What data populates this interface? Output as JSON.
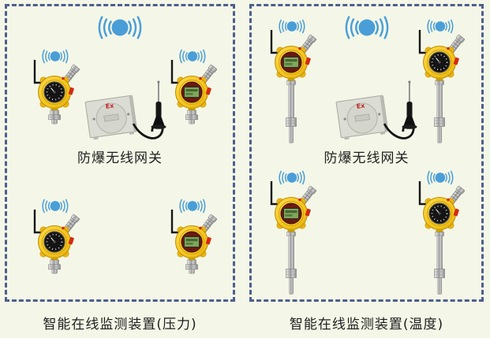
{
  "colors": {
    "background": "#f4f7e7",
    "panel_border": "#4e5e8e",
    "wifi_blue": "#4a9ed8",
    "device_yellow": "#f2c21a",
    "lcd_green": "#7ea75a",
    "marking_red": "#c62222",
    "text": "#1e1e1e"
  },
  "panels": [
    {
      "name": "pressure",
      "caption": "智能在线监测装置(压力)",
      "gateway": {
        "label": "防爆无线网关",
        "marking": "Ex"
      },
      "devices": [
        {
          "type": "pressure-transmitter",
          "display": "dial",
          "position": "top-left"
        },
        {
          "type": "pressure-transmitter",
          "display": "lcd",
          "position": "top-right"
        },
        {
          "type": "pressure-transmitter",
          "display": "dial",
          "position": "bottom-left"
        },
        {
          "type": "pressure-transmitter",
          "display": "lcd",
          "position": "bottom-right"
        }
      ]
    },
    {
      "name": "temperature",
      "caption": "智能在线监测装置(温度)",
      "gateway": {
        "label": "防爆无线网关",
        "marking": "Ex"
      },
      "devices": [
        {
          "type": "temperature-transmitter",
          "display": "lcd",
          "position": "top-left"
        },
        {
          "type": "temperature-transmitter",
          "display": "dial",
          "position": "top-right"
        },
        {
          "type": "temperature-transmitter",
          "display": "lcd",
          "position": "bottom-left"
        },
        {
          "type": "temperature-transmitter",
          "display": "dial",
          "position": "bottom-right"
        }
      ]
    }
  ],
  "icons": {
    "wifi": "wifi-signal-icon"
  }
}
